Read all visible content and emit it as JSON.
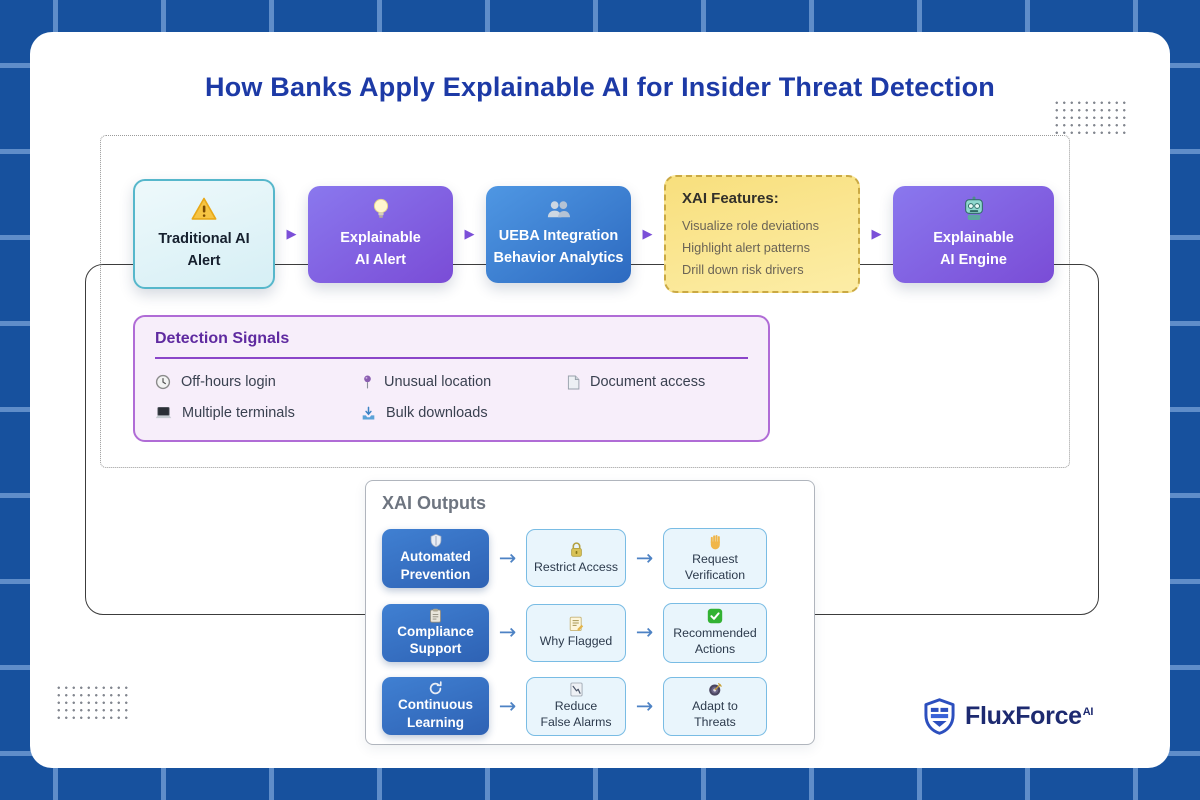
{
  "title": "How Banks Apply Explainable AI for Insider Threat Detection",
  "brand": {
    "name": "FluxForce",
    "suffix": "AI"
  },
  "colors": {
    "background": "#17519e",
    "grid_line": "#5f8dc9",
    "title_blue": "#1d3aa6",
    "purple_accent": "#7b4fd8",
    "blue_accent": "#2e6ac0",
    "teal_border": "#56b7cb",
    "features_yellow": "#fae48c",
    "detection_border": "#b06cd6",
    "detection_title": "#5f2aa0",
    "output_blue": "#3a74c6",
    "output_light_blue": "#e9f5fc",
    "logo_navy": "#1d2a70"
  },
  "flow": {
    "steps": [
      {
        "icon": "warning-icon",
        "label": "Traditional AI\nAlert"
      },
      {
        "icon": "lightbulb-icon",
        "label": "Explainable\nAI Alert"
      },
      {
        "icon": "people-icon",
        "label": "UEBA Integration\nBehavior Analytics"
      },
      {
        "icon": "robot-icon",
        "label": "Explainable\nAI Engine"
      }
    ],
    "xai_features": {
      "title": "XAI Features:",
      "items": [
        "Visualize role deviations",
        "Highlight alert patterns",
        "Drill down risk drivers"
      ]
    }
  },
  "detection_signals": {
    "title": "Detection Signals",
    "items": [
      {
        "icon": "clock-icon",
        "label": "Off-hours login"
      },
      {
        "icon": "pin-icon",
        "label": "Unusual location"
      },
      {
        "icon": "document-icon",
        "label": "Document access"
      },
      {
        "icon": "laptop-icon",
        "label": "Multiple terminals"
      },
      {
        "icon": "download-icon",
        "label": "Bulk downloads"
      }
    ]
  },
  "xai_outputs": {
    "title": "XAI Outputs",
    "rows": [
      {
        "source": {
          "icon": "shield-icon",
          "label": "Automated\nPrevention"
        },
        "outputs": [
          {
            "icon": "lock-icon",
            "label": "Restrict Access"
          },
          {
            "icon": "hand-icon",
            "label": "Request\nVerification"
          }
        ]
      },
      {
        "source": {
          "icon": "clipboard-icon",
          "label": "Compliance\nSupport"
        },
        "outputs": [
          {
            "icon": "memo-icon",
            "label": "Why Flagged"
          },
          {
            "icon": "check-icon",
            "label": "Recommended\nActions"
          }
        ]
      },
      {
        "source": {
          "icon": "refresh-icon",
          "label": "Continuous\nLearning"
        },
        "outputs": [
          {
            "icon": "chart-down-icon",
            "label": "Reduce\nFalse Alarms"
          },
          {
            "icon": "target-icon",
            "label": "Adapt to\nThreats"
          }
        ]
      }
    ]
  }
}
